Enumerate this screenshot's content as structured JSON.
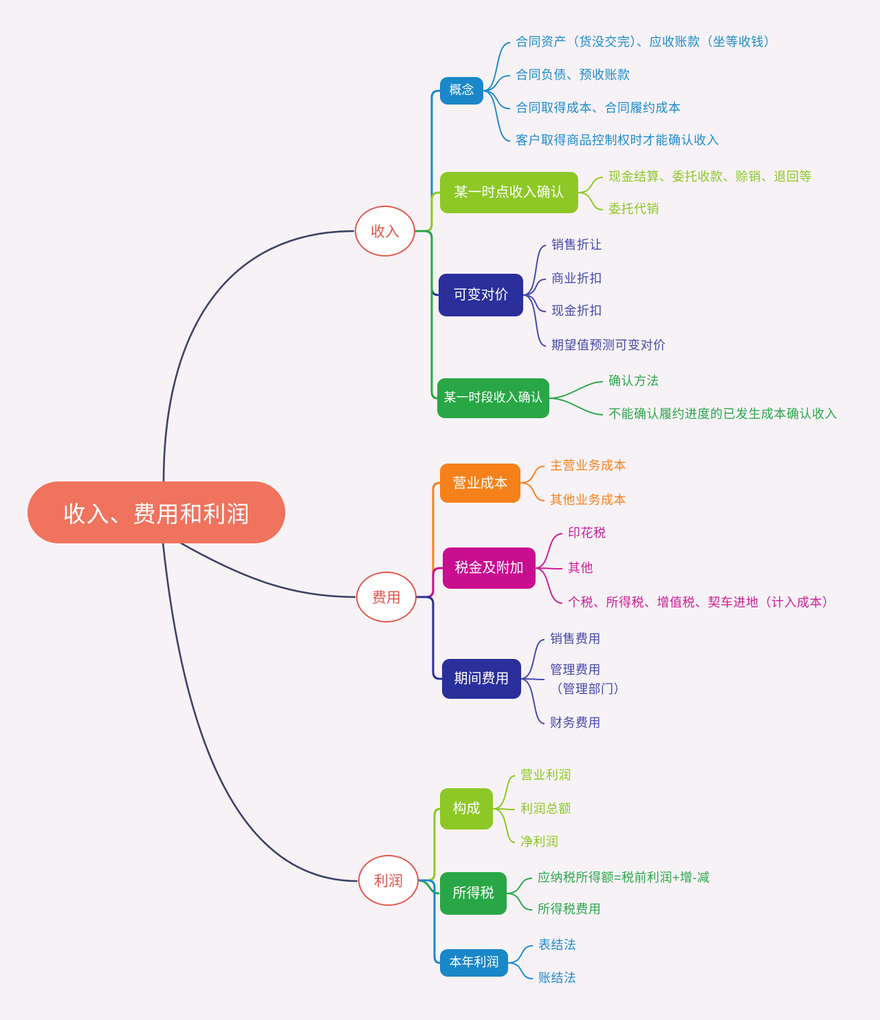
{
  "colors": {
    "background": "#f7f2f6",
    "root_fill": "#f0735e",
    "main_topic_outline": "#e0574c",
    "trunk_line": "#3d4266",
    "blue": "#1a87c9",
    "yellow_green": "#8dc826",
    "indigo": "#2b2f9b",
    "green": "#29a746",
    "orange": "#f6811b",
    "magenta": "#c80e8f"
  },
  "map": {
    "root": {
      "label": "收入、费用和利润"
    },
    "branches": [
      {
        "label": "收入",
        "nodes": [
          {
            "label": "概念",
            "children": [
              "合同资产（货没交完）、应收账款（坐等收钱）",
              "合同负债、预收账款",
              "合同取得成本、合同履约成本",
              "客户取得商品控制权时才能确认收入"
            ]
          },
          {
            "label": "某一时点收入确认",
            "children": [
              "现金结算、委托收款、赊销、退回等",
              "委托代销"
            ]
          },
          {
            "label": "可变对价",
            "children": [
              "销售折让",
              "商业折扣",
              "现金折扣",
              "期望值预测可变对价"
            ]
          },
          {
            "label": "某一时段收入确认",
            "children": [
              "确认方法",
              "不能确认履约进度的已发生成本确认收入"
            ]
          }
        ]
      },
      {
        "label": "费用",
        "nodes": [
          {
            "label": "营业成本",
            "children": [
              "主营业务成本",
              "其他业务成本"
            ]
          },
          {
            "label": "税金及附加",
            "children": [
              "印花税",
              "其他",
              "个税、所得税、增值税、契车进地（计入成本）"
            ]
          },
          {
            "label": "期间费用",
            "children": [
              "销售费用",
              "管理费用\n（管理部门）",
              "财务费用"
            ]
          }
        ]
      },
      {
        "label": "利润",
        "nodes": [
          {
            "label": "构成",
            "children": [
              "营业利润",
              "利润总额",
              "净利润"
            ]
          },
          {
            "label": "所得税",
            "children": [
              "应纳税所得额=税前利润+增-减",
              "所得税费用"
            ]
          },
          {
            "label": "本年利润",
            "children": [
              "表结法",
              "账结法"
            ]
          }
        ]
      }
    ]
  }
}
